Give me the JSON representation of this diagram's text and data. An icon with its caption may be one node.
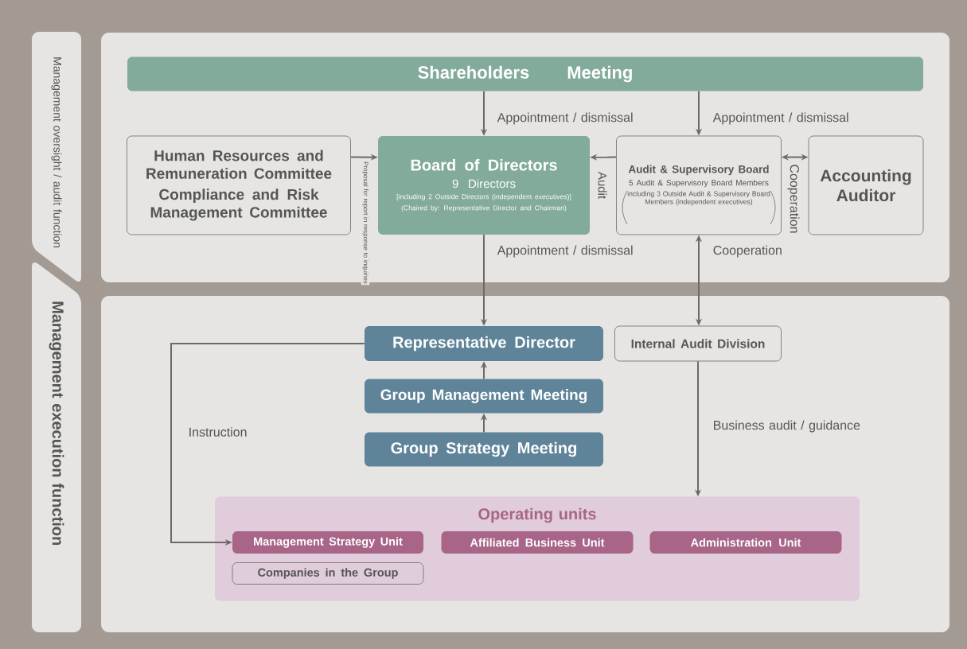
{
  "diagram": {
    "nodes": [
      {
        "text": [
          "Management oversight / audit function"
        ]
      },
      {
        "text": [
          "Management execution function"
        ]
      },
      {
        "text": [
          "Shareholders Meeting"
        ]
      },
      {
        "text": [
          "Human Resources and Remuneration Committee",
          "Compliance and Risk Management Committee"
        ]
      },
      {
        "text": [
          "Board of Directors",
          "9 Directors",
          "[including 2 Outside Directors (independent executives)]",
          "(Chaired by: Representative Director and Chairman)"
        ]
      },
      {
        "text": [
          "Audit & Supervisory Board",
          "5 Audit & Supervisory Board Members",
          "including 3 Outside Audit & Supervisory Board Members (independent executives)"
        ]
      },
      {
        "text": [
          "Accounting Auditor"
        ]
      },
      {
        "text": [
          "Representative Director"
        ]
      },
      {
        "text": [
          "Internal Audit Division"
        ]
      },
      {
        "text": [
          "Group Management Meeting"
        ]
      },
      {
        "text": [
          "Group Strategy Meeting"
        ]
      },
      {
        "text": [
          "Operating units"
        ]
      },
      {
        "text": [
          "Management Strategy Unit"
        ],
        "in": 11
      },
      {
        "text": [
          "Affiliated Business Unit"
        ],
        "in": 11
      },
      {
        "text": [
          "Administration Unit"
        ],
        "in": 11
      },
      {
        "text": [
          "Companies in the Group"
        ],
        "in": 11
      }
    ],
    "edges": [
      {
        "from": 2,
        "to": 4,
        "arrow": "to",
        "label": "Appointment / dismissal"
      },
      {
        "from": 2,
        "to": 5,
        "arrow": "to",
        "label": "Appointment / dismissal"
      },
      {
        "from": 3,
        "to": 4,
        "arrow": "to",
        "label": "Proposal for report in response to inquiries"
      },
      {
        "from": 5,
        "to": 4,
        "arrow": "to",
        "label": "Audit"
      },
      {
        "from": 5,
        "to": 6,
        "arrow": "both",
        "label": "Cooperation"
      },
      {
        "from": 4,
        "to": 7,
        "arrow": "to",
        "label": "Appointment / dismissal"
      },
      {
        "from": 5,
        "to": 8,
        "arrow": "both",
        "label": "Cooperation"
      },
      {
        "from": 9,
        "to": 7,
        "arrow": "to"
      },
      {
        "from": 10,
        "to": 9,
        "arrow": "to"
      },
      {
        "from": 7,
        "to": 12,
        "arrow": "to",
        "label": "Instruction"
      },
      {
        "from": 8,
        "to": 11,
        "arrow": "to",
        "label": "Business audit / guidance"
      }
    ]
  }
}
